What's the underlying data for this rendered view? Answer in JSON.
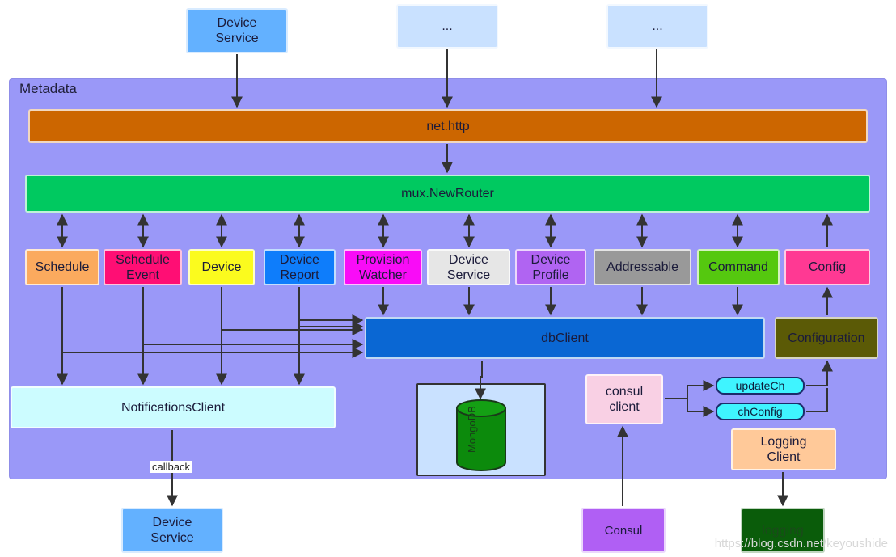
{
  "panel": {
    "title": "Metadata"
  },
  "top": {
    "device_service": "Device\nService",
    "placeholder_1": "...",
    "placeholder_2": "..."
  },
  "layers": {
    "http": "net.http",
    "router": "mux.NewRouter",
    "db_client": "dbClient",
    "configuration": "Configuration"
  },
  "controllers": [
    {
      "key": "schedule",
      "label": "Schedule"
    },
    {
      "key": "schedule_event",
      "label": "Schedule\nEvent"
    },
    {
      "key": "device",
      "label": "Device"
    },
    {
      "key": "device_report",
      "label": "Device\nReport"
    },
    {
      "key": "provision_watcher",
      "label": "Provision\nWatcher"
    },
    {
      "key": "device_service",
      "label": "Device\nService"
    },
    {
      "key": "device_profile",
      "label": "Device\nProfile"
    },
    {
      "key": "addressable",
      "label": "Addressable"
    },
    {
      "key": "command",
      "label": "Command"
    },
    {
      "key": "config",
      "label": "Config"
    }
  ],
  "notifications": {
    "label": "NotificationsClient",
    "edge_label": "callback"
  },
  "mongodb": {
    "label": "MongoDB"
  },
  "consul_client": {
    "label": "consul\nclient"
  },
  "channels": {
    "update": "updateCh",
    "config": "chConfig"
  },
  "logging_client": {
    "label": "Logging\nClient"
  },
  "bottom": {
    "device_service": "Device\nService",
    "consul": "Consul",
    "logging": "logging"
  },
  "watermark": "https://blog.csdn.net/keyoushide",
  "colors": {
    "panel": "#9a98f8",
    "http": "#cc6600",
    "router": "#00c960",
    "db_client": "#0a67d3",
    "configuration": "#5b5a06",
    "schedule": "#fbaa5e",
    "schedule_event": "#ff0e74",
    "device": "#fbfb1e",
    "device_report": "#0e7dfb",
    "provision_watcher": "#f90cf7",
    "device_service": "#e6e6e6",
    "device_profile": "#b064f2",
    "addressable": "#999999",
    "command": "#55c80f",
    "config": "#ff3993",
    "notifications": "#ccfcff",
    "consul_client": "#f9d0e4",
    "channel": "#3ff4ff",
    "logging_client": "#ffc999",
    "consul": "#b05ff4",
    "logging": "#0a5c0a",
    "service_box": "#63b1ff",
    "placeholder": "#c9e1ff"
  }
}
